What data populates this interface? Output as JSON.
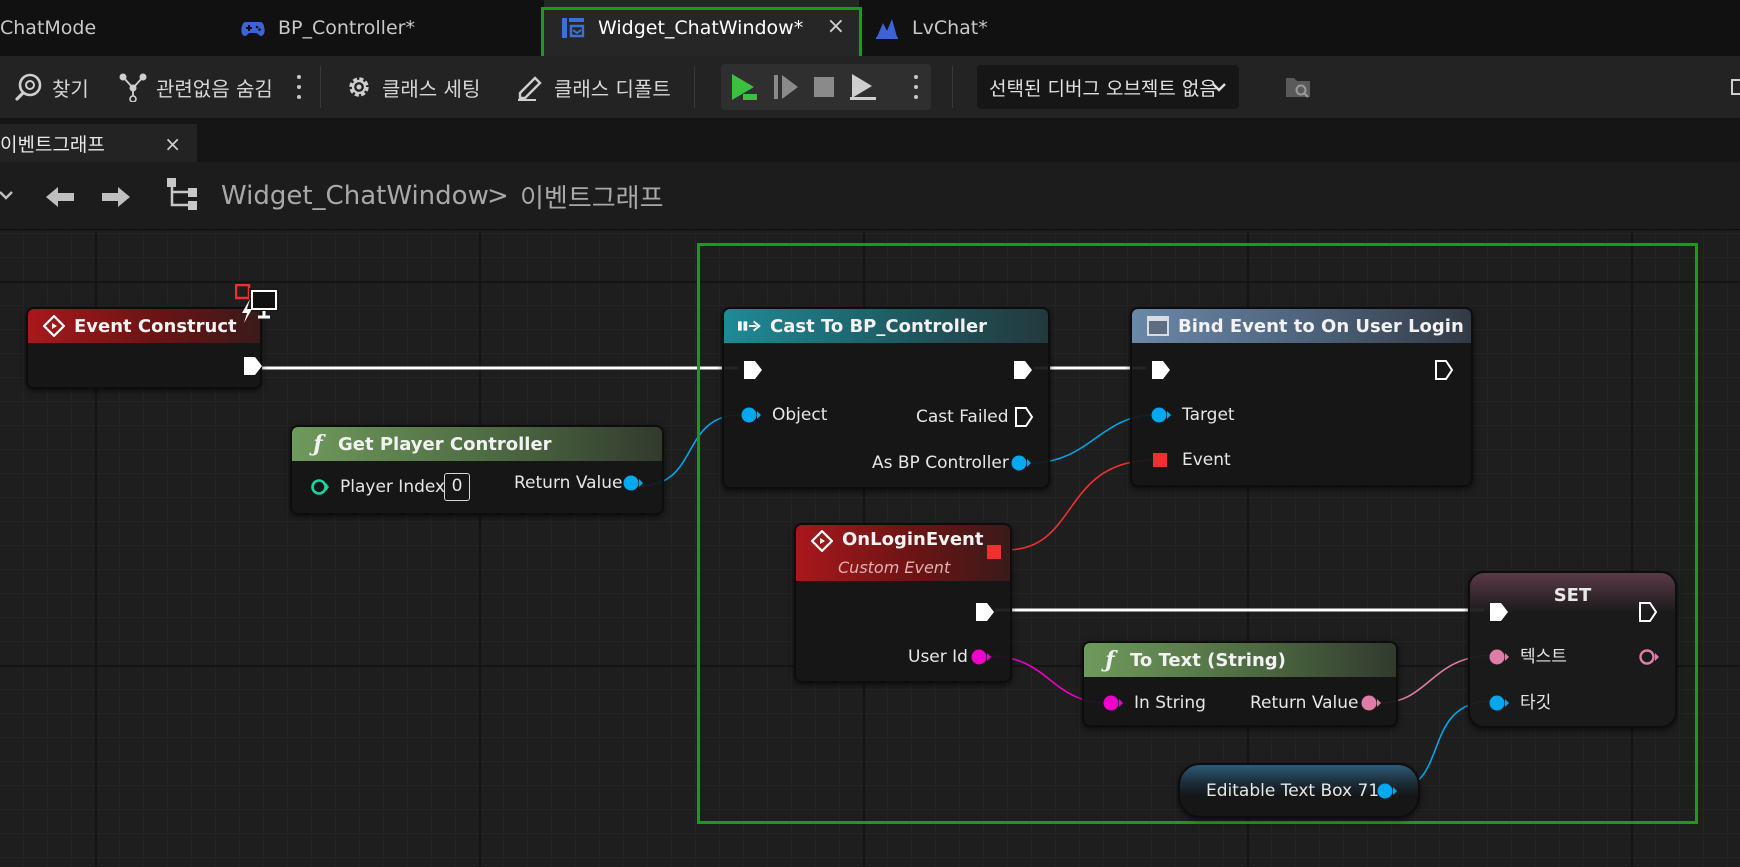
{
  "tabs": [
    {
      "label": "ChatMode",
      "icon": "none"
    },
    {
      "label": "BP_Controller*",
      "icon": "gamepad-icon"
    },
    {
      "label": "Widget_ChatWindow*",
      "icon": "widget-blueprint-icon",
      "active": true
    },
    {
      "label": "LvChat*",
      "icon": "anim-blueprint-icon"
    }
  ],
  "toolbar": {
    "find_label": "찾기",
    "hide_unrelated_label": "관련없음 숨김",
    "class_settings_label": "클래스 세팅",
    "class_defaults_label": "클래스 디폴트",
    "debug_object_label": "선택된 디버그 오브젝트 없음"
  },
  "graph_tab": {
    "label": "이벤트그래프"
  },
  "breadcrumb": {
    "root": "Widget_ChatWindow",
    "separator": ">",
    "current": "이벤트그래프"
  },
  "nodes": {
    "event_construct": {
      "title": "Event Construct"
    },
    "get_player_controller": {
      "title": "Get Player Controller",
      "player_index_label": "Player Index",
      "player_index_value": "0",
      "return_label": "Return Value"
    },
    "cast": {
      "title": "Cast To BP_Controller",
      "object_label": "Object",
      "cast_failed_label": "Cast Failed",
      "as_label": "As BP Controller"
    },
    "bind": {
      "title": "Bind Event to On User Login",
      "target_label": "Target",
      "event_label": "Event"
    },
    "custom_event": {
      "title": "OnLoginEvent",
      "subtitle": "Custom Event",
      "user_id_label": "User Id"
    },
    "to_text": {
      "title": "To Text (String)",
      "in_label": "In String",
      "return_label": "Return Value"
    },
    "set": {
      "title": "SET",
      "text_label": "텍스트",
      "target_label": "타깃"
    },
    "variable": {
      "label": "Editable Text Box 71"
    }
  },
  "colors": {
    "exec": "#ffffff",
    "object_pin": "#00a8f0",
    "string_pin": "#f000c8",
    "text_pin": "#e07ca8",
    "delegate_pin": "#f03030",
    "int_pin": "#1ed2a0",
    "selection": "#14a014"
  }
}
